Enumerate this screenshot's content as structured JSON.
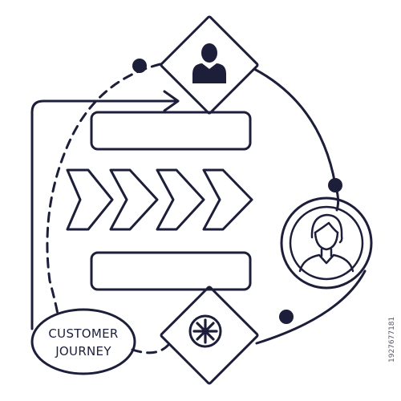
{
  "label": {
    "line1": "CUSTOMER",
    "line2": "JOURNEY"
  },
  "stock_id": "1927677181",
  "icons": [
    "person-icon",
    "customer-avatar-icon",
    "asterisk-icon"
  ],
  "colors": {
    "stroke": "#1c1e3a",
    "background": "#ffffff"
  }
}
